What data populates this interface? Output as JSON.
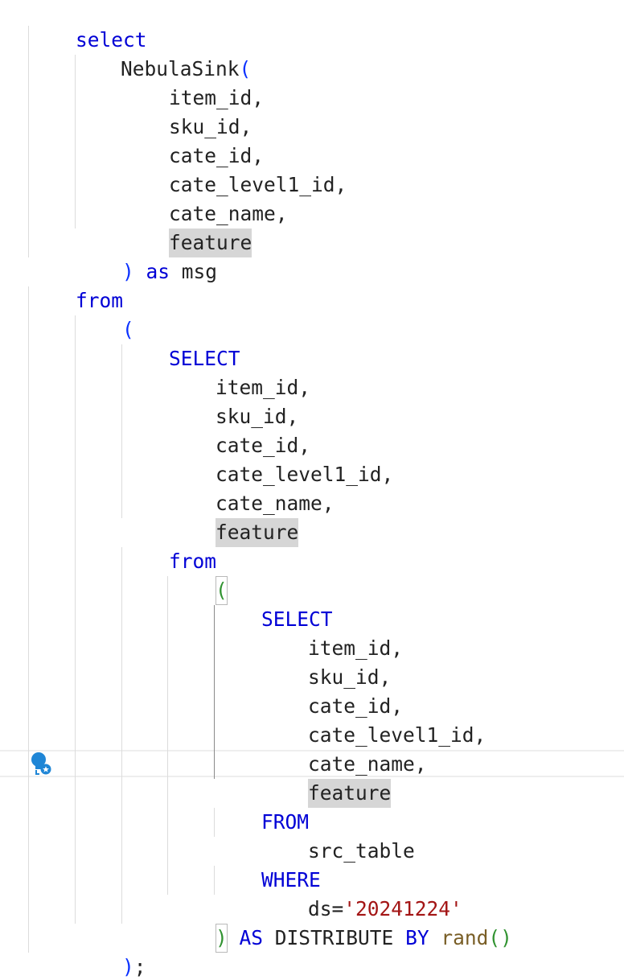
{
  "editor": {
    "colors": {
      "keyword": "#0000d6",
      "string": "#a31515",
      "function": "#795e26",
      "bracket_level1": "#0a31ff",
      "bracket_level2": "#319331",
      "identifier": "#222222",
      "selection_highlight": "#d6d6d6"
    },
    "gutter_icon": "lightbulb-ai-icon",
    "lines": [
      [
        "select"
      ],
      [
        "NebulaSink",
        "("
      ],
      [
        "item_id,"
      ],
      [
        "sku_id,"
      ],
      [
        "cate_id,"
      ],
      [
        "cate_level1_id,"
      ],
      [
        "cate_name,"
      ],
      [
        "feature"
      ],
      [
        ")",
        " as",
        " msg"
      ],
      [
        "from"
      ],
      [
        "("
      ],
      [
        "SELECT"
      ],
      [
        "item_id,"
      ],
      [
        "sku_id,"
      ],
      [
        "cate_id,"
      ],
      [
        "cate_level1_id,"
      ],
      [
        "cate_name,"
      ],
      [
        "feature"
      ],
      [
        "from"
      ],
      [
        "("
      ],
      [
        "SELECT"
      ],
      [
        "item_id,"
      ],
      [
        "sku_id,"
      ],
      [
        "cate_id,"
      ],
      [
        "cate_level1_id,"
      ],
      [
        "cate_name,"
      ],
      [
        "feature"
      ],
      [
        "FROM"
      ],
      [
        "src_table"
      ],
      [
        "WHERE"
      ],
      [
        "ds=",
        "'20241224'"
      ],
      [
        ")",
        " AS",
        " DISTRIBUTE",
        " BY",
        " rand",
        "()"
      ],
      [
        ")",
        ";"
      ]
    ]
  }
}
